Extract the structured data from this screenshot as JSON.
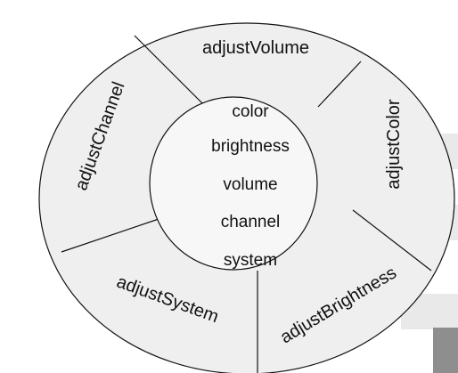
{
  "segments": {
    "top": "adjustVolume",
    "left": "adjustChannel",
    "right": "adjustColor",
    "bottom_left": "adjustSystem",
    "bottom_right": "adjustBrightness"
  },
  "core_attributes": [
    "color",
    "brightness",
    "volume",
    "channel",
    "system"
  ],
  "colors": {
    "ring_fill": "#efefef",
    "core_fill": "#f7f7f7",
    "stroke": "#111111"
  }
}
